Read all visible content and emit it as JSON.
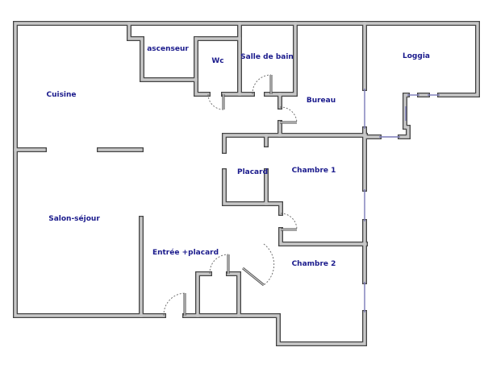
{
  "floor_plan": {
    "rooms": {
      "cuisine": "Cuisine",
      "ascenseur": "ascenseur",
      "wc": "Wc",
      "salle_de_bain": "Salle de bain",
      "bureau": "Bureau",
      "loggia": "Loggia",
      "placard": "Placard",
      "chambre1": "Chambre 1",
      "salon": "Salon-séjour",
      "entree": "Entrée +placard",
      "chambre2": "Chambre 2"
    },
    "colors": {
      "label": "#1a1a8c",
      "wall_fill": "#c8c8c8",
      "wall_outline": "#444444",
      "window": "#7a7ab8"
    }
  }
}
